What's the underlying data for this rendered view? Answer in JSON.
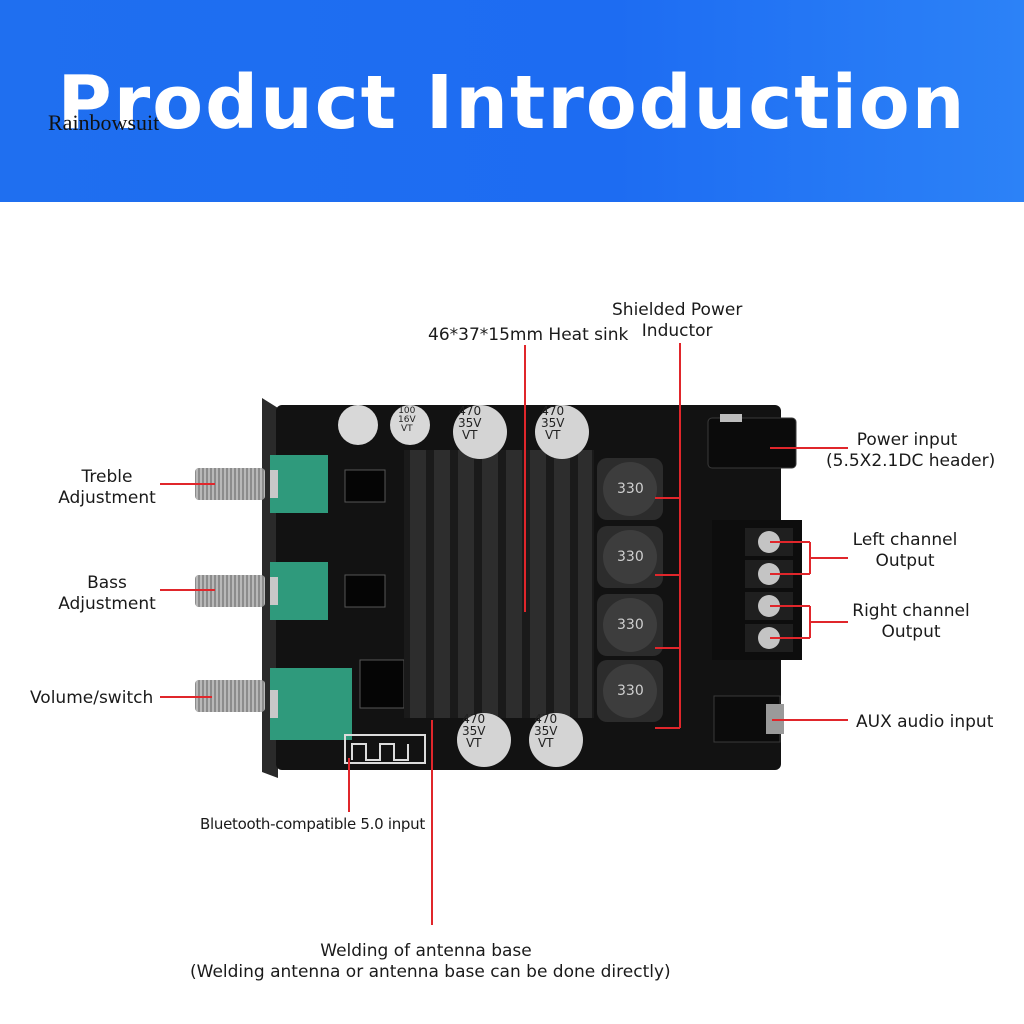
{
  "banner": {
    "title": "Product Introduction",
    "color": "#1d6cf2"
  },
  "watermark": "Rainbowsuit",
  "labels": {
    "heat_sink": "46*37*15mm Heat sink",
    "inductor_line1": "Shielded Power",
    "inductor_line2": "Inductor",
    "treble_line1": "Treble",
    "treble_line2": "Adjustment",
    "bass_line1": "Bass",
    "bass_line2": "Adjustment",
    "volume": "Volume/switch",
    "power_line1": "Power input",
    "power_line2": "(5.5X2.1DC header)",
    "left_line1": "Left channel",
    "left_line2": "Output",
    "right_line1": "Right channel",
    "right_line2": "Output",
    "aux": "AUX audio input",
    "bluetooth": "Bluetooth-compatible 5.0 input",
    "antenna_line1": "Welding of antenna base",
    "antenna_line2": "(Welding antenna or antenna base can be done directly)"
  },
  "components": {
    "capacitor_large": [
      "470",
      "35V",
      "VT"
    ],
    "capacitor_small": [
      "100",
      "16V",
      "VT"
    ],
    "inductor_code": "330"
  },
  "colors": {
    "pointer": "#e0262b",
    "pcb": "#121212",
    "potentiometer": "#2f9a7c"
  }
}
